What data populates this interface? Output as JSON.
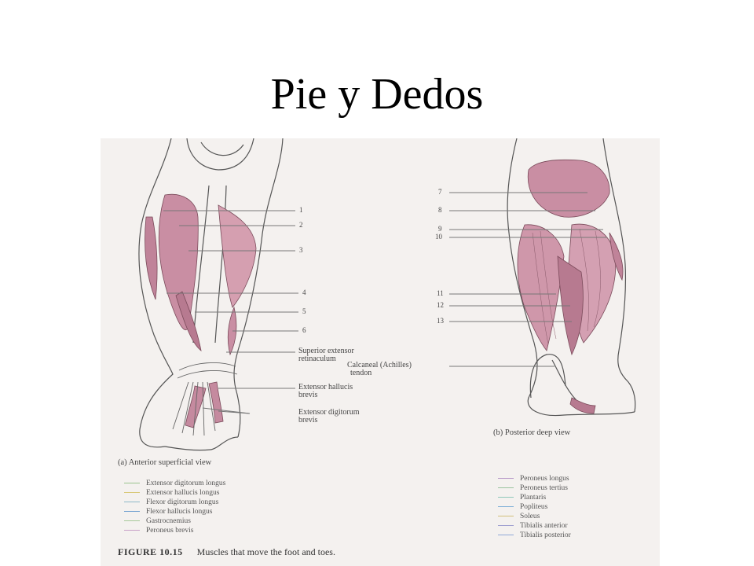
{
  "title": "Pie y Dedos",
  "figure": {
    "view_a_label": "(a) Anterior superficial view",
    "view_b_label": "(b) Posterior deep view",
    "numbers_a": [
      "1",
      "2",
      "3",
      "4",
      "5",
      "6"
    ],
    "numbers_b": [
      "7",
      "8",
      "9",
      "10",
      "11",
      "12",
      "13"
    ],
    "labels_a": {
      "superior_extensor_retinaculum_1": "Superior extensor",
      "superior_extensor_retinaculum_2": "retinaculum",
      "extensor_hallucis_brevis_1": "Extensor hallucis",
      "extensor_hallucis_brevis_2": "brevis",
      "extensor_digitorum_brevis_1": "Extensor digitorum",
      "extensor_digitorum_brevis_2": "brevis"
    },
    "labels_b": {
      "calcaneal_tendon_1": "Calcaneal (Achilles)",
      "calcaneal_tendon_2": "tendon"
    },
    "key_left": [
      {
        "label": "Extensor digitorum longus",
        "color": "#9bc48f"
      },
      {
        "label": "Extensor hallucis longus",
        "color": "#d9c97a"
      },
      {
        "label": "Flexor digitorum longus",
        "color": "#8fb9c9"
      },
      {
        "label": "Flexor hallucis longus",
        "color": "#6f9fd0"
      },
      {
        "label": "Gastrocnemius",
        "color": "#a7c99a"
      },
      {
        "label": "Peroneus brevis",
        "color": "#c8a0c8"
      }
    ],
    "key_right": [
      {
        "label": "Peroneus longus",
        "color": "#b89ac8"
      },
      {
        "label": "Peroneus tertius",
        "color": "#9bc4a0"
      },
      {
        "label": "Plantaris",
        "color": "#8fc9b9"
      },
      {
        "label": "Popliteus",
        "color": "#7fb0d8"
      },
      {
        "label": "Soleus",
        "color": "#d2c07c"
      },
      {
        "label": "Tibialis anterior",
        "color": "#a0a0d0"
      },
      {
        "label": "Tibialis posterior",
        "color": "#8fa8d8"
      }
    ],
    "caption_number": "FIGURE 10.15",
    "caption_text": "Muscles that move the foot and toes."
  }
}
